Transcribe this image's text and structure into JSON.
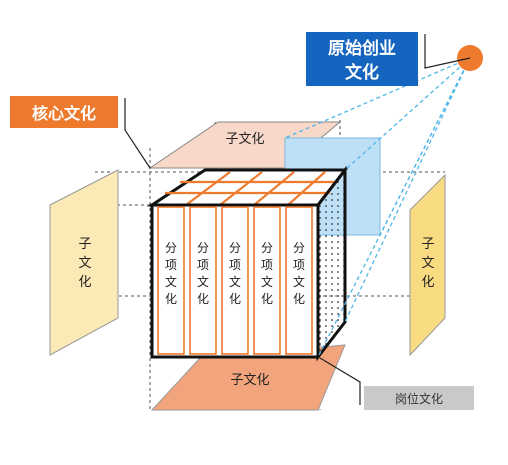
{
  "labels": {
    "original_culture": [
      "原始创业",
      "文化"
    ],
    "core_culture": "核心文化",
    "sub_culture_top": "子文化",
    "sub_culture_left": [
      "子",
      "文",
      "化"
    ],
    "sub_culture_right": [
      "子",
      "文",
      "化"
    ],
    "sub_culture_bottom": "子文化",
    "post_culture": "岗位文化",
    "item_culture": [
      "分",
      "项",
      "文",
      "化"
    ]
  },
  "colors": {
    "orange_accent": "#EE7A2E",
    "blue_accent": "#1565C0",
    "peach_plane": "#F8D8C8",
    "bottom_plane": "#F2A57C",
    "side_plane_left": "#FCEAB6",
    "side_plane_right": "#F9DC82",
    "blue_plane": "#BEE0F6",
    "gray_tag": "#C9C9C9",
    "dashed_light": "#4DB6E8"
  }
}
